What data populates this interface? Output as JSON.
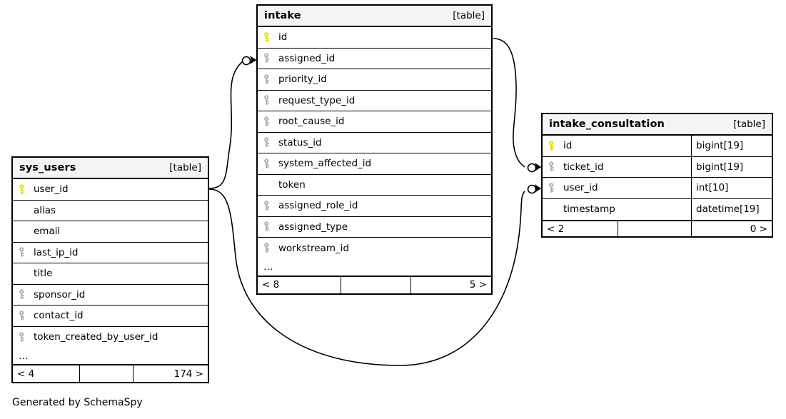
{
  "diagram": {
    "credit": "Generated by SchemaSpy",
    "table_tag": "[table]",
    "ellipsis": "…",
    "colors": {
      "primary_key": "#e3e300",
      "foreign_key": "#b0b0b0",
      "header_bg": "#f4f4f4",
      "border": "#000000",
      "background": "#ffffff"
    }
  },
  "tables": [
    {
      "id": "sys_users",
      "name": "sys_users",
      "tag": "[table]",
      "columns": [
        {
          "name": "user_id",
          "key": "primary",
          "type": ""
        },
        {
          "name": "alias",
          "key": "none",
          "type": ""
        },
        {
          "name": "email",
          "key": "none",
          "type": ""
        },
        {
          "name": "last_ip_id",
          "key": "foreign",
          "type": ""
        },
        {
          "name": "title",
          "key": "none",
          "type": ""
        },
        {
          "name": "sponsor_id",
          "key": "foreign",
          "type": ""
        },
        {
          "name": "contact_id",
          "key": "foreign",
          "type": ""
        },
        {
          "name": "token_created_by_user_id",
          "key": "foreign",
          "type": ""
        }
      ],
      "has_more": true,
      "footer": {
        "left": "< 4",
        "middle": "",
        "right": "174 >"
      }
    },
    {
      "id": "intake",
      "name": "intake",
      "tag": "[table]",
      "columns": [
        {
          "name": "id",
          "key": "primary",
          "type": ""
        },
        {
          "name": "assigned_id",
          "key": "foreign",
          "type": ""
        },
        {
          "name": "priority_id",
          "key": "foreign",
          "type": ""
        },
        {
          "name": "request_type_id",
          "key": "foreign",
          "type": ""
        },
        {
          "name": "root_cause_id",
          "key": "foreign",
          "type": ""
        },
        {
          "name": "status_id",
          "key": "foreign",
          "type": ""
        },
        {
          "name": "system_affected_id",
          "key": "foreign",
          "type": ""
        },
        {
          "name": "token",
          "key": "none",
          "type": ""
        },
        {
          "name": "assigned_role_id",
          "key": "foreign",
          "type": ""
        },
        {
          "name": "assigned_type",
          "key": "foreign",
          "type": ""
        },
        {
          "name": "workstream_id",
          "key": "foreign",
          "type": ""
        }
      ],
      "has_more": true,
      "footer": {
        "left": "< 8",
        "middle": "",
        "right": "5 >"
      }
    },
    {
      "id": "intake_consultation",
      "name": "intake_consultation",
      "tag": "[table]",
      "columns": [
        {
          "name": "id",
          "key": "primary",
          "type": "bigint[19]"
        },
        {
          "name": "ticket_id",
          "key": "foreign",
          "type": "bigint[19]"
        },
        {
          "name": "user_id",
          "key": "foreign",
          "type": "int[10]"
        },
        {
          "name": "timestamp",
          "key": "none",
          "type": "datetime[19]"
        }
      ],
      "has_more": false,
      "footer": {
        "left": "< 2",
        "middle": "",
        "right": "0 >"
      }
    }
  ],
  "relationships": [
    {
      "from": "sys_users.user_id",
      "to": "intake.assigned_id",
      "cardinality": "zero-or-more"
    },
    {
      "from": "sys_users.user_id",
      "to": "intake_consultation.user_id",
      "cardinality": "zero-or-more"
    },
    {
      "from": "intake.id",
      "to": "intake_consultation.ticket_id",
      "cardinality": "zero-or-more"
    }
  ]
}
